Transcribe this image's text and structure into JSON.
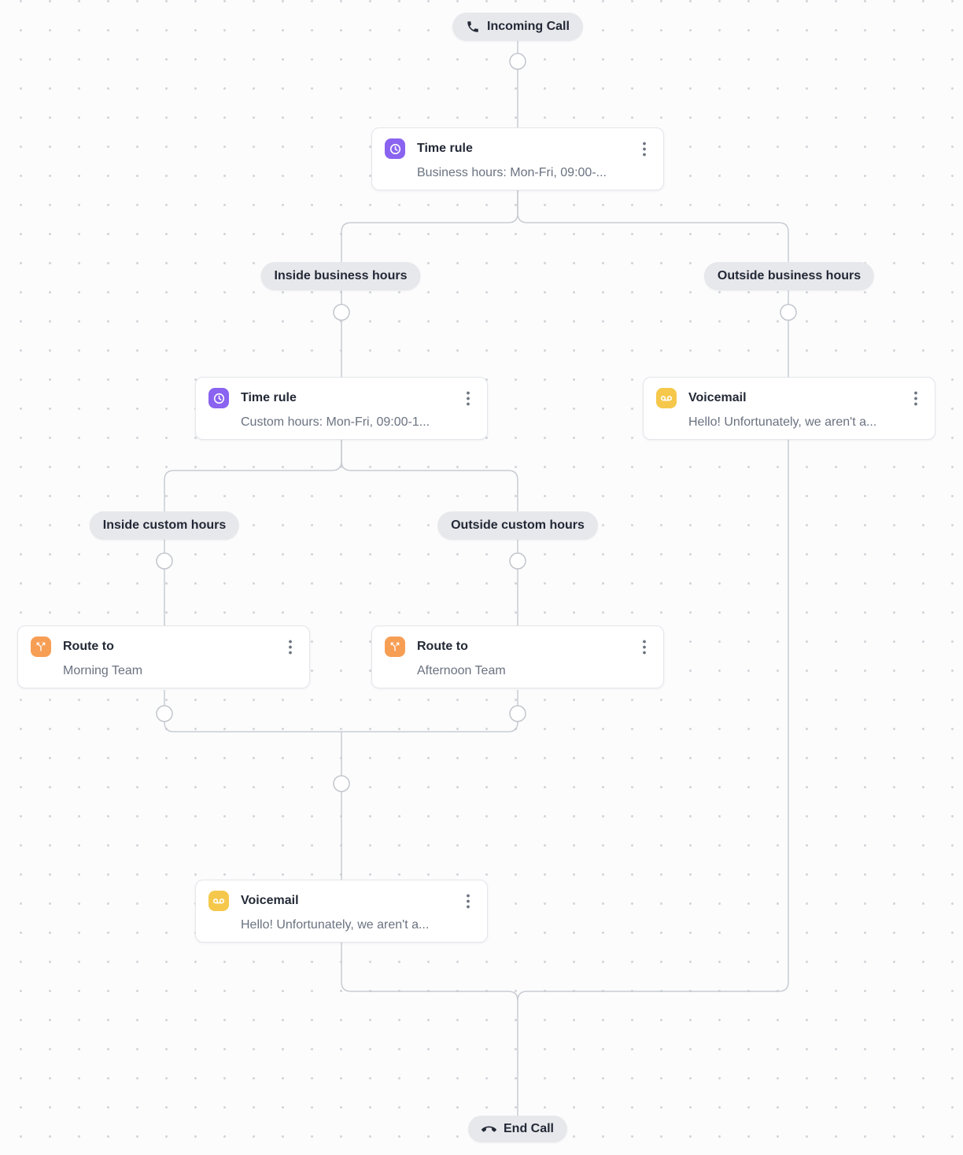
{
  "flow": {
    "start": {
      "label": "Incoming Call",
      "icon": "incoming-call-icon"
    },
    "end": {
      "label": "End Call",
      "icon": "end-call-icon"
    }
  },
  "branches": {
    "inside_business": {
      "label": "Inside business hours"
    },
    "outside_business": {
      "label": "Outside business hours"
    },
    "inside_custom": {
      "label": "Inside custom hours"
    },
    "outside_custom": {
      "label": "Outside custom hours"
    }
  },
  "nodes": {
    "time_rule_business": {
      "type": "time_rule",
      "icon": "clock-icon",
      "title": "Time rule",
      "subtitle": "Business hours: Mon-Fri, 09:00-..."
    },
    "time_rule_custom": {
      "type": "time_rule",
      "icon": "clock-icon",
      "title": "Time rule",
      "subtitle": "Custom hours: Mon-Fri, 09:00-1..."
    },
    "voicemail_outside_business": {
      "type": "voicemail",
      "icon": "voicemail-icon",
      "title": "Voicemail",
      "subtitle": "Hello! Unfortunately, we aren't a..."
    },
    "route_morning": {
      "type": "route",
      "icon": "route-split-icon",
      "title": "Route to",
      "subtitle": "Morning Team"
    },
    "route_afternoon": {
      "type": "route",
      "icon": "route-split-icon",
      "title": "Route to",
      "subtitle": "Afternoon Team"
    },
    "voicemail_final": {
      "type": "voicemail",
      "icon": "voicemail-icon",
      "title": "Voicemail",
      "subtitle": "Hello! Unfortunately, we aren't a..."
    }
  },
  "icons": {
    "menu": "kebab-menu-icon",
    "start": "incoming-call-icon",
    "end": "end-call-icon",
    "time_rule": "clock-icon",
    "voicemail": "voicemail-icon",
    "route": "route-split-icon"
  },
  "colors": {
    "canvas_bg": "#fcfcfd",
    "dot_grid": "#d3d5da",
    "edge": "#c8ccd2",
    "connector_circle_border": "#c2c6cc",
    "pill_bg": "#e7e8eb",
    "card_bg": "#ffffff",
    "card_border": "#e4e6ea",
    "title_text": "#232936",
    "subtitle_text": "#6a7280",
    "time_rule_icon_bg": "#8a63f0",
    "voicemail_icon_bg": "#f5c84c",
    "route_icon_bg": "#f79e55"
  }
}
